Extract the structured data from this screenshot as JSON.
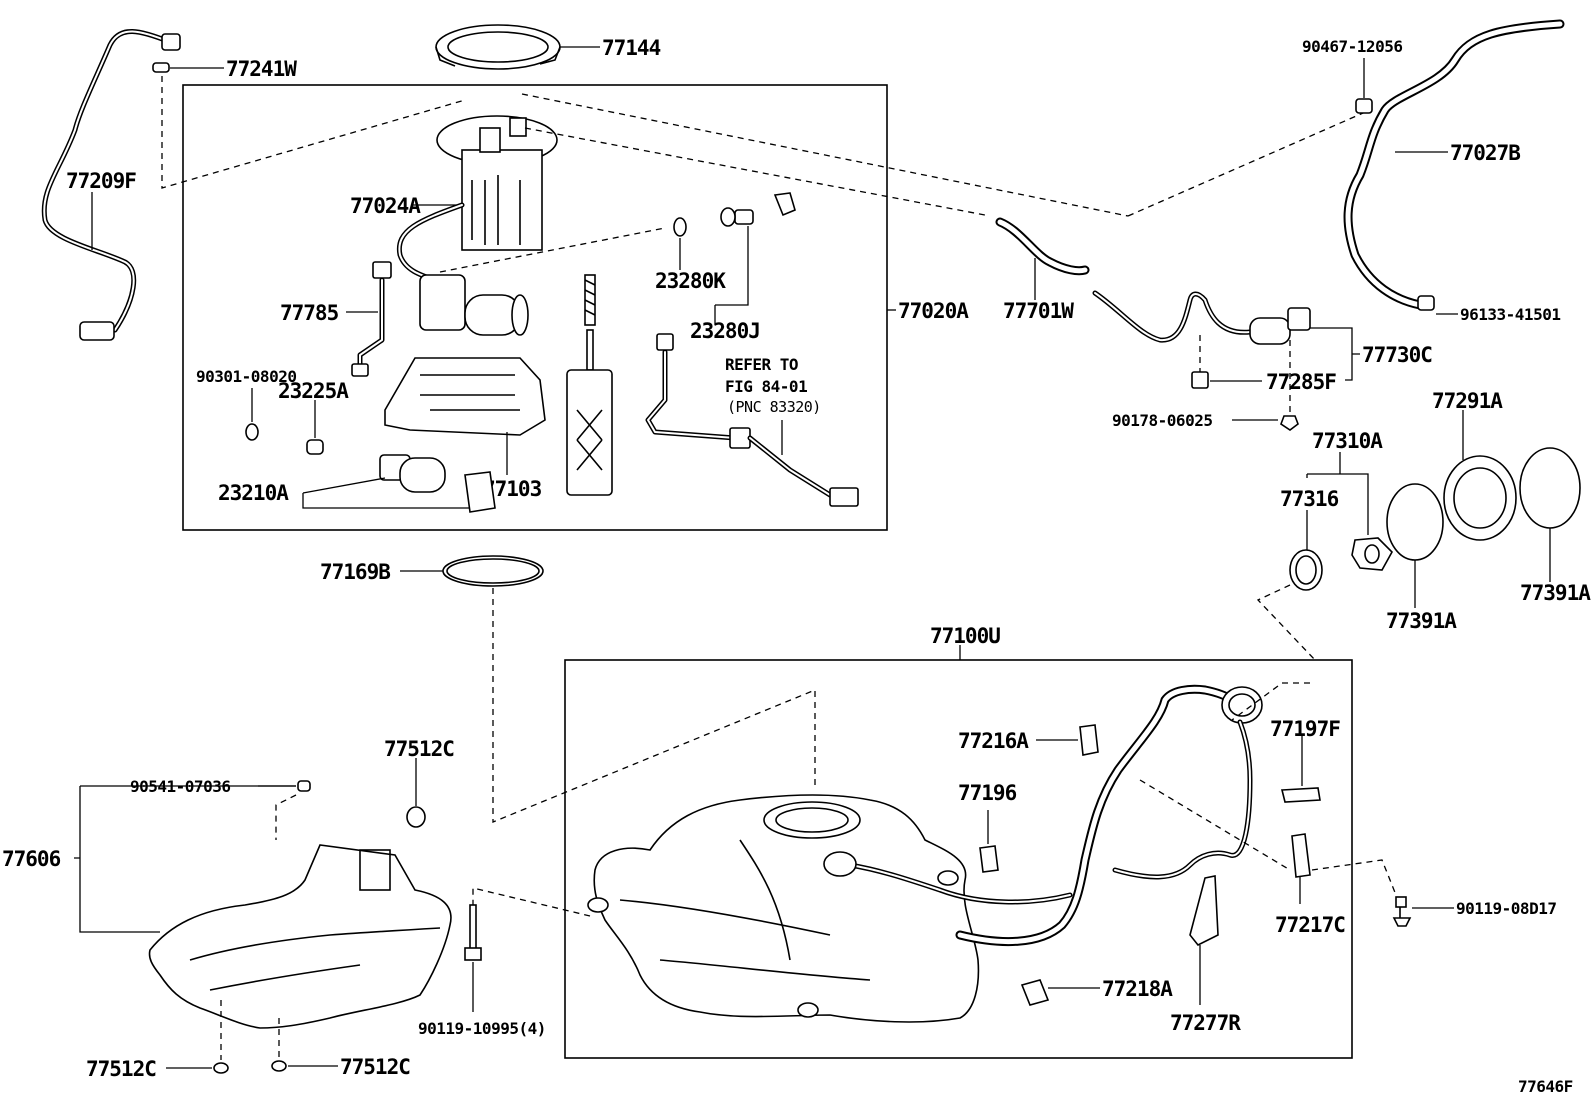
{
  "labels": {
    "p77241W": "77241W",
    "p77144": "77144",
    "p90467_12056": "90467-12056",
    "p77209F": "77209F",
    "p77027B": "77027B",
    "p77024A": "77024A",
    "p23280K": "23280K",
    "p23280J": "23280J",
    "p77785": "77785",
    "p77020A": "77020A",
    "p77701W": "77701W",
    "p96133_41501": "96133-41501",
    "p77730C": "77730C",
    "p90301_08020": "90301-08020",
    "p23225A": "23225A",
    "refer_line1": "REFER TO",
    "refer_line2": "FIG 84-01",
    "refer_line3": "(PNC 83320)",
    "p77285F": "77285F",
    "p90178_06025": "90178-06025",
    "p77291A": "77291A",
    "p77310A": "77310A",
    "p23210A": "23210A",
    "p77103": "77103",
    "p77316": "77316",
    "p77169B": "77169B",
    "p77391A_left": "77391A",
    "p77391A_right": "77391A",
    "p77100U": "77100U",
    "p77512C_top": "77512C",
    "p77216A": "77216A",
    "p77197F": "77197F",
    "p90541_07036": "90541-07036",
    "p77196": "77196",
    "p77606": "77606",
    "p77217C": "77217C",
    "p90119_08D17": "90119-08D17",
    "p77218A": "77218A",
    "p90119_10995": "90119-10995(4)",
    "p77277R": "77277R",
    "p77512C_bl": "77512C",
    "p77512C_br": "77512C",
    "figure_code": "77646F"
  }
}
